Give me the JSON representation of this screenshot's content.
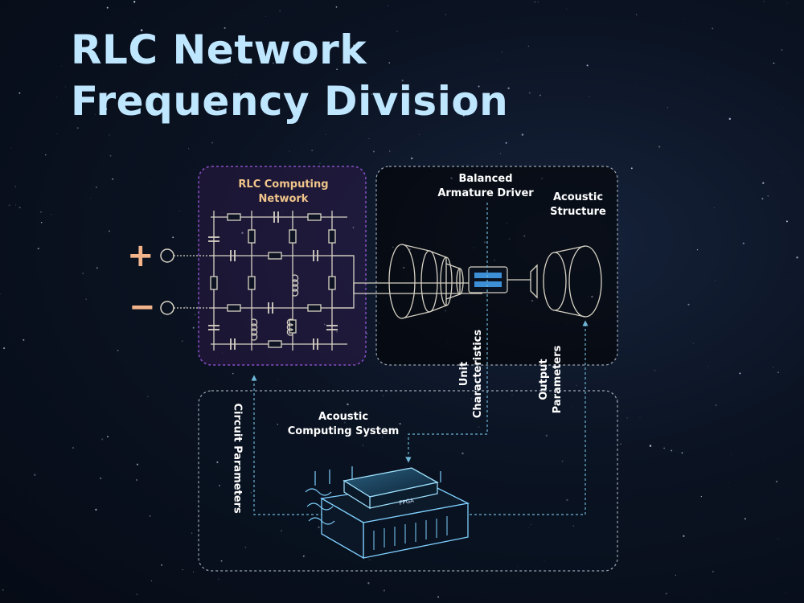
{
  "title": {
    "line1": "RLC Network",
    "line2": "Frequency Division"
  },
  "terminals": {
    "plus": "+",
    "minus": "−"
  },
  "labels": {
    "rlc_network": "RLC Computing Network",
    "balanced_armature": "Balanced Armature Driver",
    "acoustic_structure": "Acoustic Structure",
    "unit_characteristics": "Unit Characteristics",
    "output_parameters": "Output Parameters",
    "circuit_parameters": "Circuit Parameters",
    "acoustic_computing": "Acoustic Computing System",
    "chip": "FPGA"
  },
  "colors": {
    "title": "#bfe6ff",
    "rlc_border": "#8a4fc7",
    "rlc_label": "#f0c48a",
    "dashed_line": "#6fb6d6",
    "circuit": "#d7d2c4",
    "terminal_sign": "#f2b48a"
  }
}
